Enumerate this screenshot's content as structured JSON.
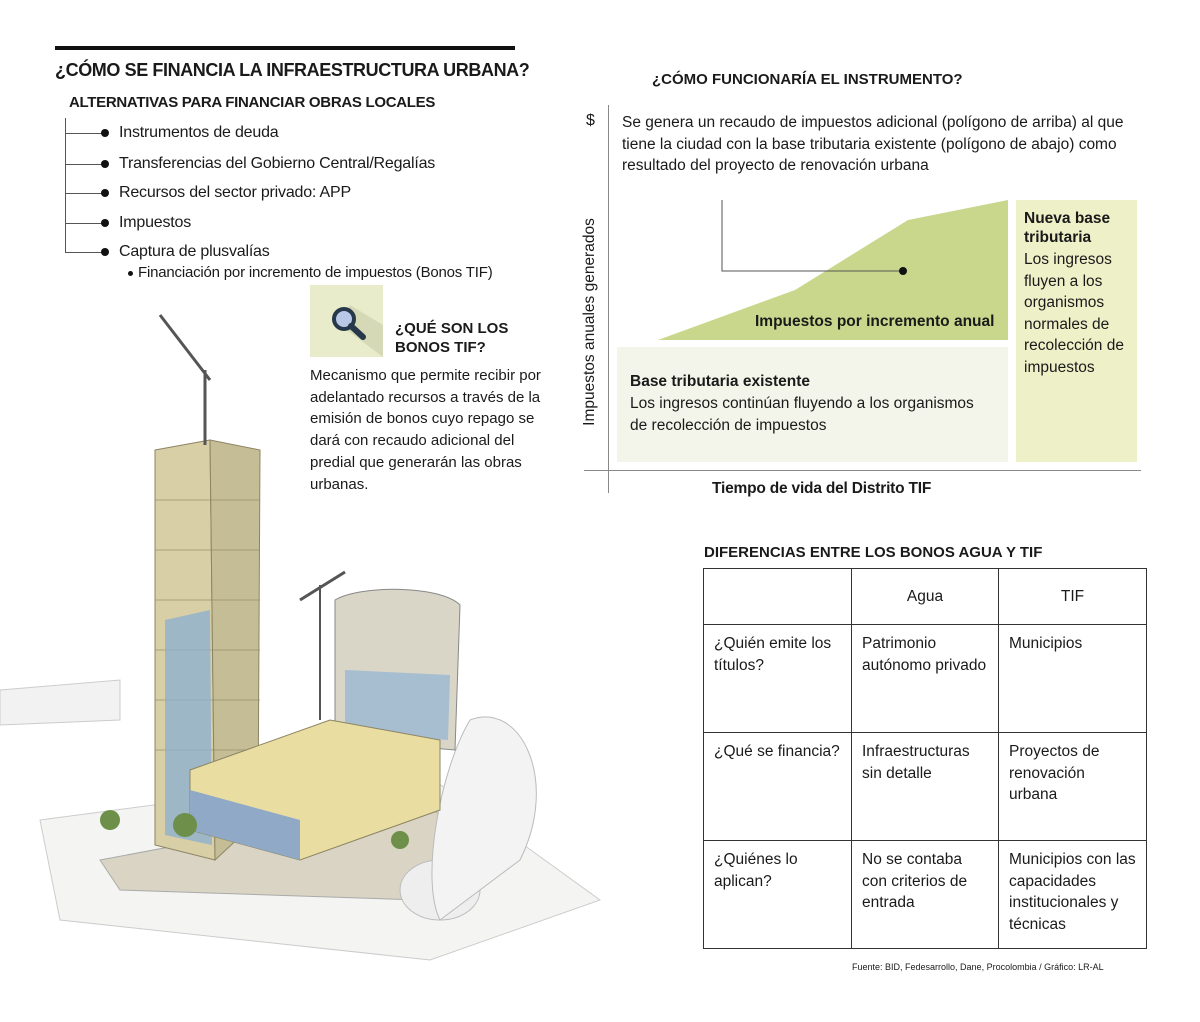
{
  "left": {
    "title": "¿CÓMO SE FINANCIA LA INFRAESTRUCTURA URBANA?",
    "subtitle": "ALTERNATIVAS PARA FINANCIAR OBRAS LOCALES",
    "items": [
      "Instrumentos de deuda",
      "Transferencias del Gobierno Central/Regalías",
      "Recursos del sector privado: APP",
      "Impuestos",
      "Captura de plusvalías"
    ],
    "subitem": "Financiación por incremento de impuestos (Bonos TIF)",
    "question_line1": "¿QUÉ SON LOS",
    "question_line2": "BONOS TIF?",
    "answer": "Mecanismo que permite recibir por adelantado recursos a través de la emisión de bonos cuyo repago se dará con recaudo adicional del predial que generarán las obras urbanas."
  },
  "diagram": {
    "title": "¿CÓMO FUNCIONARÍA EL INSTRUMENTO?",
    "currency": "$",
    "description": "Se genera un recaudo de impuestos adicional (polígono de arriba) al que tiene la ciudad con la base tributaria existente (polígono de abajo) como resultado del proyecto de renovación urbana",
    "y_label": "Impuestos anuales generados",
    "x_label": "Tiempo de vida del Distrito TIF",
    "increment_label": "Impuestos por incremento anual",
    "base_title": "Base tributaria existente",
    "base_text": "Los ingresos continúan fluyendo a los organismos de recolección de impuestos",
    "new_title": "Nueva base tributaria",
    "new_text": "Los ingresos fluyen a los organismos normales de recolección de impuestos",
    "colors": {
      "increment": "#c9d78c",
      "base": "#f3f5ea",
      "new": "#eef0c8"
    }
  },
  "table": {
    "title": "DIFERENCIAS ENTRE LOS BONOS AGUA Y TIF",
    "headers": [
      "",
      "Agua",
      "TIF"
    ],
    "rows": [
      [
        "¿Quién emite los títulos?",
        "Patrimonio autónomo privado",
        "Municipios"
      ],
      [
        "¿Qué se financia?",
        "Infraestructuras sin detalle",
        "Proyectos de renovación urbana"
      ],
      [
        "¿Quiénes lo aplican?",
        "No se contaba con criterios de entrada",
        "Municipios con las capacidades institucionales y técnicas"
      ]
    ]
  },
  "source": "Fuente: BID, Fedesarrollo, Dane, Procolombia / Gráfico: LR-AL"
}
